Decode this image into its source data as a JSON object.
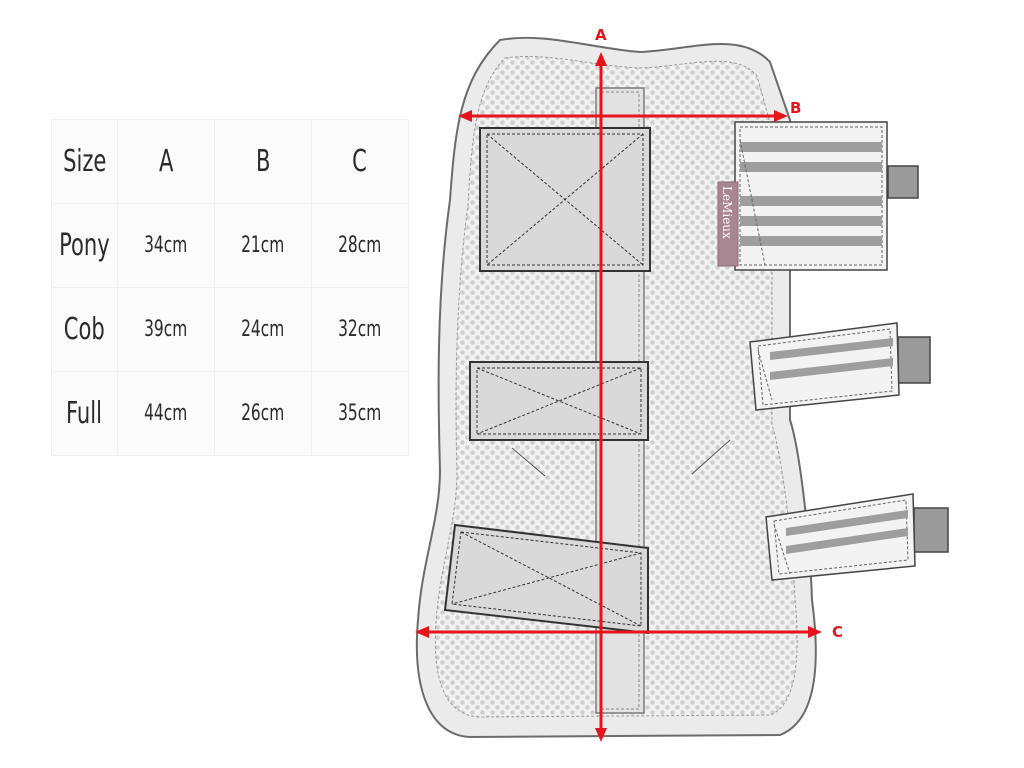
{
  "size_chart": {
    "headers": [
      "Size",
      "A",
      "B",
      "C"
    ],
    "rows": [
      {
        "size": "Pony",
        "a": "34cm",
        "b": "21cm",
        "c": "28cm"
      },
      {
        "size": "Cob",
        "a": "39cm",
        "b": "24cm",
        "c": "32cm"
      },
      {
        "size": "Full",
        "a": "44cm",
        "b": "26cm",
        "c": "35cm"
      }
    ]
  },
  "diagram": {
    "measure_labels": {
      "a": "A",
      "b": "B",
      "c": "C"
    },
    "brand_logo": "LeMieux",
    "colors": {
      "measure_line": "#e8141b",
      "outline": "#6b6b6b",
      "body": "#ededed",
      "mesh": "#d4d4d4",
      "pad": "#d8d8d8",
      "strap": "#9a9a9a",
      "logo_bg": "#a98792"
    }
  }
}
